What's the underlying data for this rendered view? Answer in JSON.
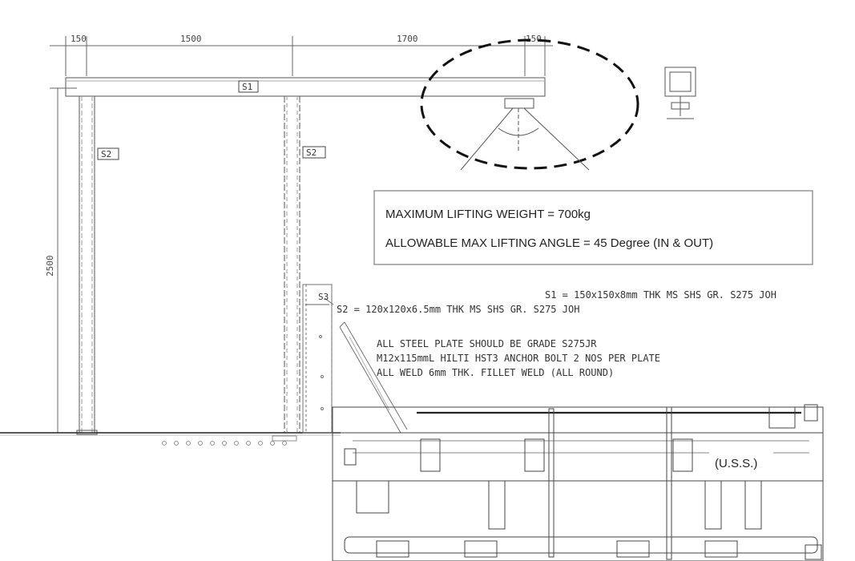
{
  "dimensions": {
    "top": [
      "150",
      "1500",
      "1700",
      "150"
    ],
    "height": "2500"
  },
  "member_tags": {
    "beam": "S1",
    "left_column": "S2",
    "right_column": "S2",
    "base_detail": "S3"
  },
  "info_box": {
    "line1": "MAXIMUM LIFTING WEIGHT = 700kg",
    "line2": "ALLOWABLE MAX LIFTING ANGLE = 45 Degree (IN & OUT)"
  },
  "specs": {
    "s1": "S1  =  150x150x8mm THK  MS SHS GR. S275 JOH",
    "s2": "S2  =  120x120x6.5mm THK  MS SHS GR. S275 JOH",
    "notes": [
      "ALL STEEL PLATE SHOULD BE GRADE S275JR",
      "M12x115mmL HILTI HST3 ANCHOR BOLT 2 NOS PER PLATE",
      "ALL WELD 6mm THK. FILLET WELD (ALL ROUND)"
    ]
  },
  "uss_label": "(U.S.S.)"
}
